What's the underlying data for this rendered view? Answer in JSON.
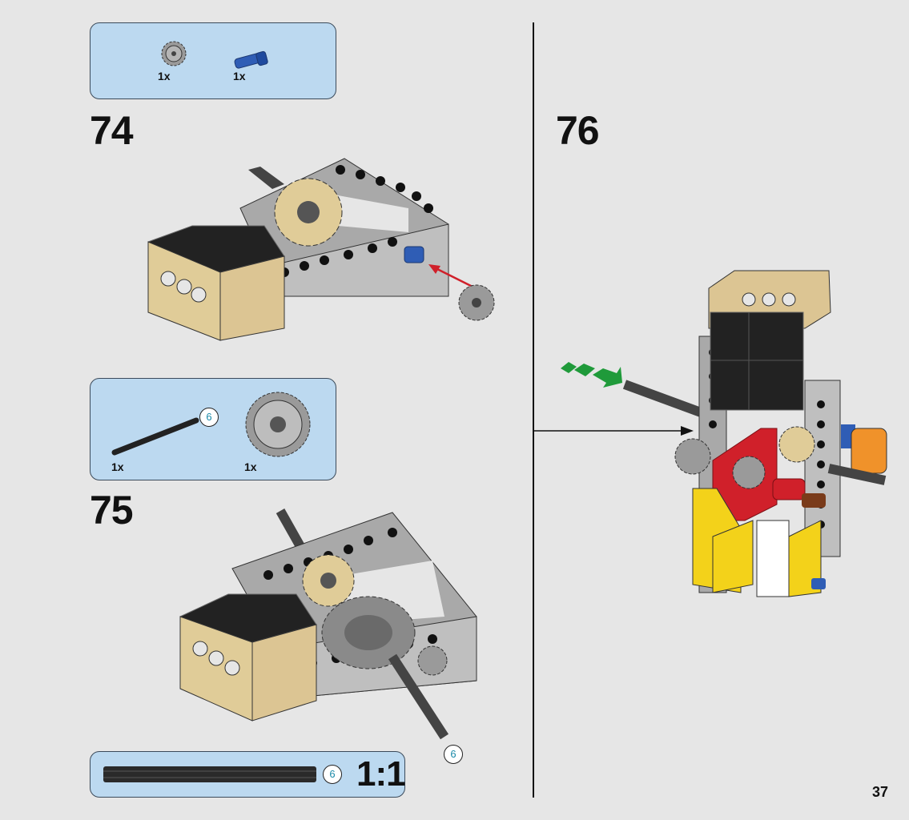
{
  "page_number": "37",
  "steps": [
    {
      "number": "74",
      "parts": [
        {
          "qty": "1x",
          "icon": "gear-12-tooth"
        },
        {
          "qty": "1x",
          "icon": "blue-axle-pin"
        }
      ]
    },
    {
      "number": "75",
      "parts": [
        {
          "qty": "1x",
          "icon": "axle-6",
          "length": "6"
        },
        {
          "qty": "1x",
          "icon": "gear-36-tooth"
        }
      ]
    },
    {
      "number": "76"
    }
  ],
  "assembly_75_axle_length": "6",
  "scale_bar": {
    "length": "6",
    "scale": "1:1"
  },
  "colors": {
    "callout_bg": "#bcd9f0",
    "callout_border": "#3b4a5a",
    "page_bg": "#e6e6e6",
    "arrow_red": "#d0202a",
    "arrow_green": "#1f9a3a"
  }
}
